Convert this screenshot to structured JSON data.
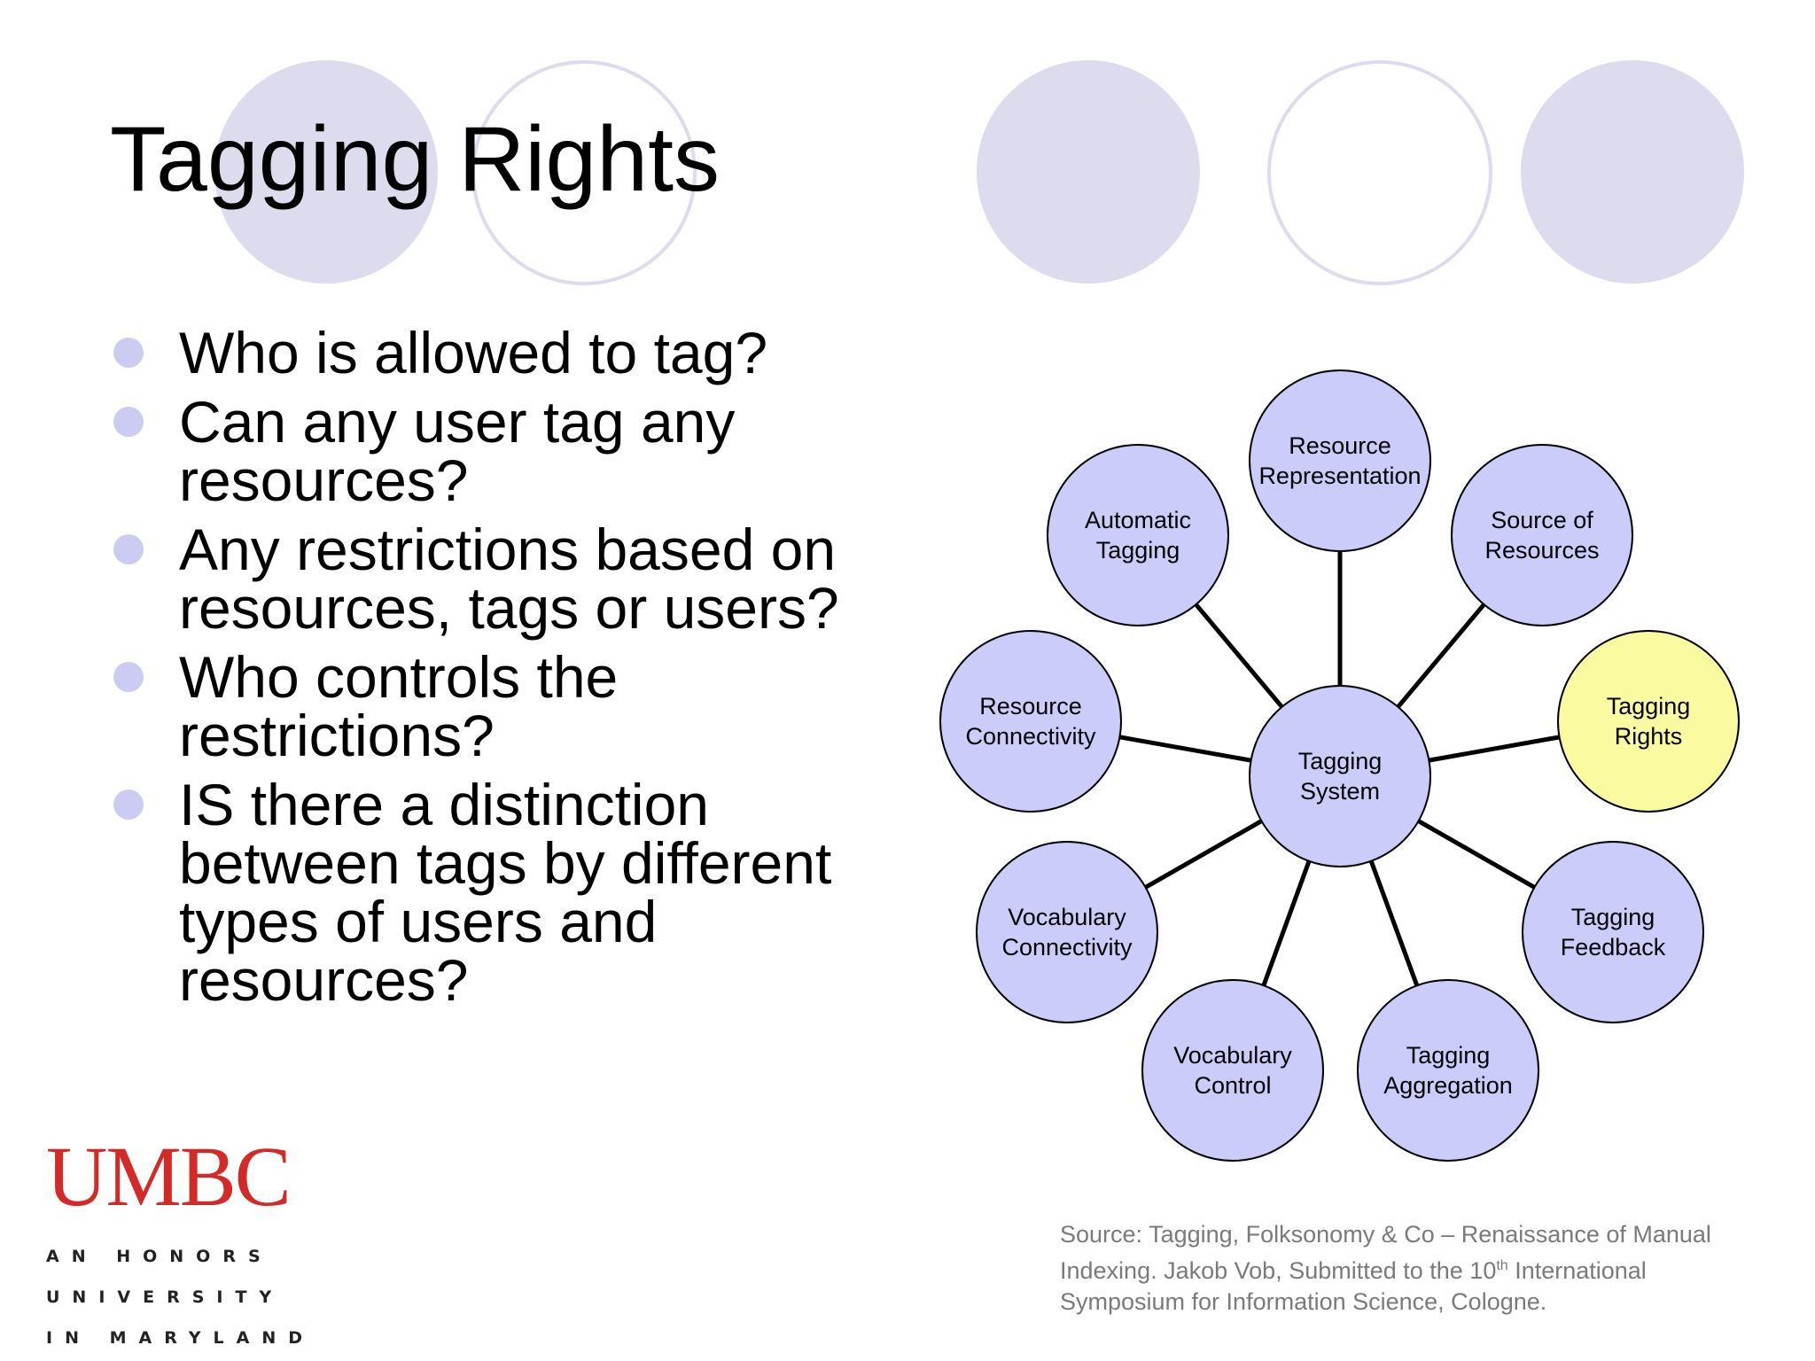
{
  "slide": {
    "title": "Tagging Rights",
    "bullets": [
      "Who is allowed to tag?",
      "Can any user tag any resources?",
      "Any restrictions based on resources, tags or users?",
      "Who controls the restrictions?",
      "IS there a distinction between tags by different types of users and resources?"
    ]
  },
  "diagram": {
    "center": {
      "lines": [
        "Tagging",
        "System"
      ]
    },
    "nodes": [
      {
        "id": "resource-representation",
        "lines": [
          "Resource",
          "Representation"
        ],
        "highlight": false
      },
      {
        "id": "source-of-resources",
        "lines": [
          "Source of",
          "Resources"
        ],
        "highlight": false
      },
      {
        "id": "tagging-rights",
        "lines": [
          "Tagging",
          "Rights"
        ],
        "highlight": true
      },
      {
        "id": "tagging-feedback",
        "lines": [
          "Tagging",
          "Feedback"
        ],
        "highlight": false
      },
      {
        "id": "tagging-aggregation",
        "lines": [
          "Tagging",
          "Aggregation"
        ],
        "highlight": false
      },
      {
        "id": "vocabulary-control",
        "lines": [
          "Vocabulary",
          "Control"
        ],
        "highlight": false
      },
      {
        "id": "vocabulary-connectivity",
        "lines": [
          "Vocabulary",
          "Connectivity"
        ],
        "highlight": false
      },
      {
        "id": "resource-connectivity",
        "lines": [
          "Resource",
          "Connectivity"
        ],
        "highlight": false
      },
      {
        "id": "automatic-tagging",
        "lines": [
          "Automatic",
          "Tagging"
        ],
        "highlight": false
      }
    ],
    "colors": {
      "node_fill": "#ccccfb",
      "highlight_fill": "#fafaa0",
      "stroke": "#000000"
    }
  },
  "logo": {
    "name": "UMBC",
    "tagline": [
      "AN HONORS",
      "UNIVERSITY",
      "IN MARYLAND"
    ],
    "color": "#d42a27"
  },
  "source": {
    "pre": "Source: Tagging, Folksonomy & Co – Renaissance of Manual Indexing. Jakob Vob,  Submitted to the 10",
    "sup": "th",
    "post": "International Symposium for Information Science, Cologne."
  }
}
